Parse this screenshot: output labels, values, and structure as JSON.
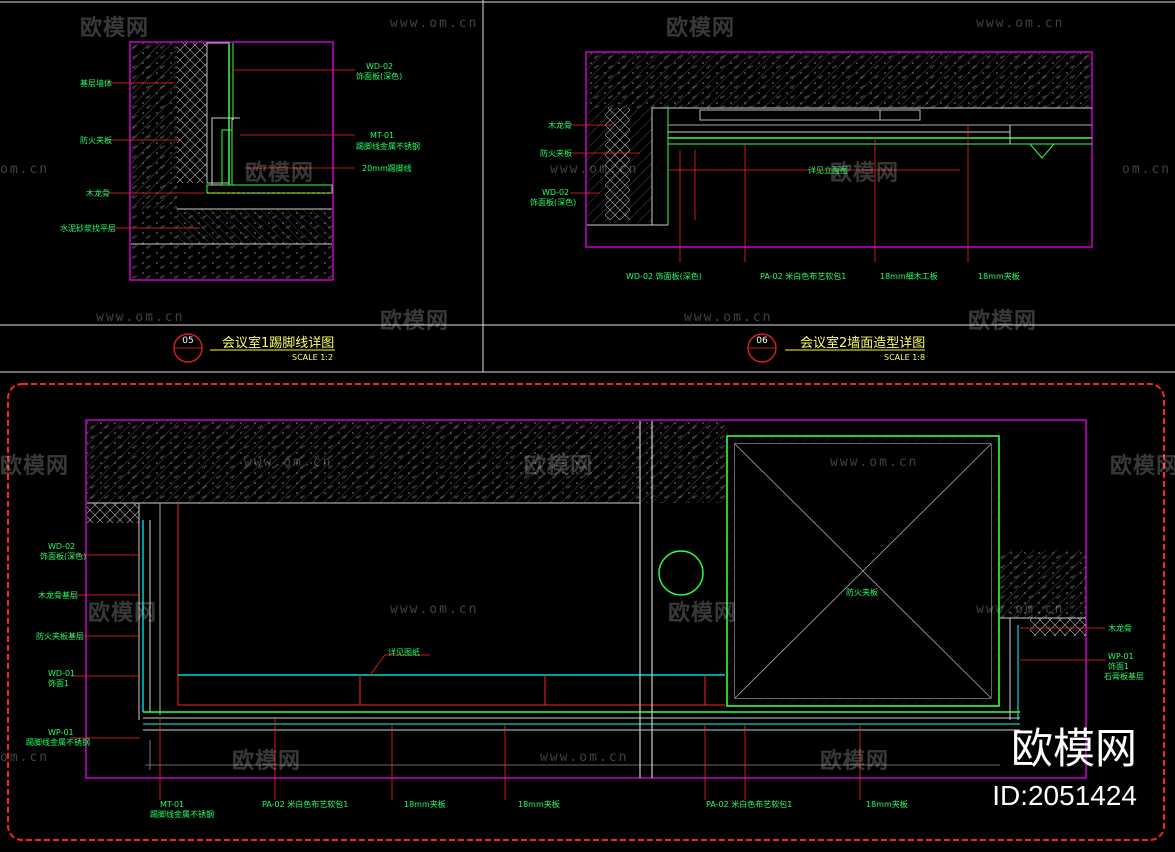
{
  "detail1": {
    "title": "会议室1踢脚线详图",
    "scale": "SCALE 1:2",
    "number": "05",
    "labels": [
      "基层墙体",
      "防火夹板",
      "木龙骨",
      "水泥砂浆找平层"
    ],
    "right_labels": [
      "WD-02",
      "饰面板(深色)",
      "MT-01",
      "踢脚线金属不锈钢",
      "20mm踢脚线"
    ]
  },
  "detail2": {
    "title": "会议室2墙面造型详图",
    "scale": "SCALE 1:8",
    "number": "06",
    "labels": [
      "木龙骨",
      "防火夹板",
      "WD-02",
      "饰面板(深色)"
    ],
    "bottom_labels": [
      "WD-02 饰面板(深色)",
      "PA-02 米白色布艺软包1",
      "18mm细木工板",
      "18mm夹板"
    ],
    "center_label": "详见立面图"
  },
  "detail3": {
    "left_labels": [
      "WD-02",
      "饰面板(深色)",
      "木龙骨基层",
      "防火夹板基层",
      "WD-01",
      "饰面1",
      "WP-01",
      "踢脚线金属不锈钢"
    ],
    "bottom_labels": [
      "MT-01",
      "踢脚线金属不锈钢",
      "PA-02 米白色布艺软包1",
      "18mm夹板",
      "18mm夹板",
      "PA-02 米白色布艺软包1",
      "18mm夹板"
    ],
    "right_labels": [
      "木龙骨",
      "WP-01",
      "饰面1",
      "石膏板基层"
    ],
    "center_label": "详见图纸",
    "inner_label": "防火夹板"
  },
  "watermark": {
    "brand": "欧模网",
    "url": "www.om.cn",
    "url_short": "om.cn",
    "id": "ID:2051424"
  },
  "colors": {
    "magenta": "#ff00ff",
    "green": "#33ff44",
    "yellow": "#ffff00",
    "red": "#ff2222",
    "cyan": "#00ffff",
    "gray": "#9a9a9a"
  }
}
